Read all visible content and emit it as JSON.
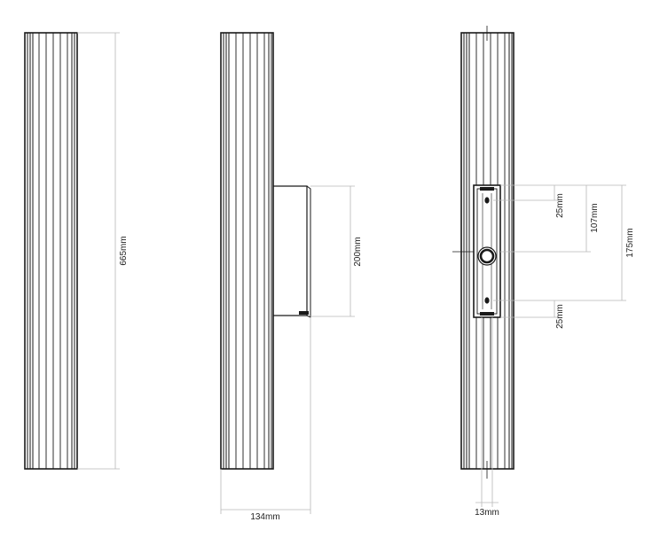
{
  "dimensions": {
    "height": "665mm",
    "backplate_height": "200mm",
    "projection": "134mm",
    "fixing_offset_top": "25mm",
    "fixing_offset_bottom": "25mm",
    "centre_to_fixing": "107mm",
    "fixing_centres": "175mm",
    "slot_width": "13mm"
  },
  "colors": {
    "outline": "#1a1a1a",
    "dimension_line": "#b8b8b8",
    "text": "#222222"
  }
}
